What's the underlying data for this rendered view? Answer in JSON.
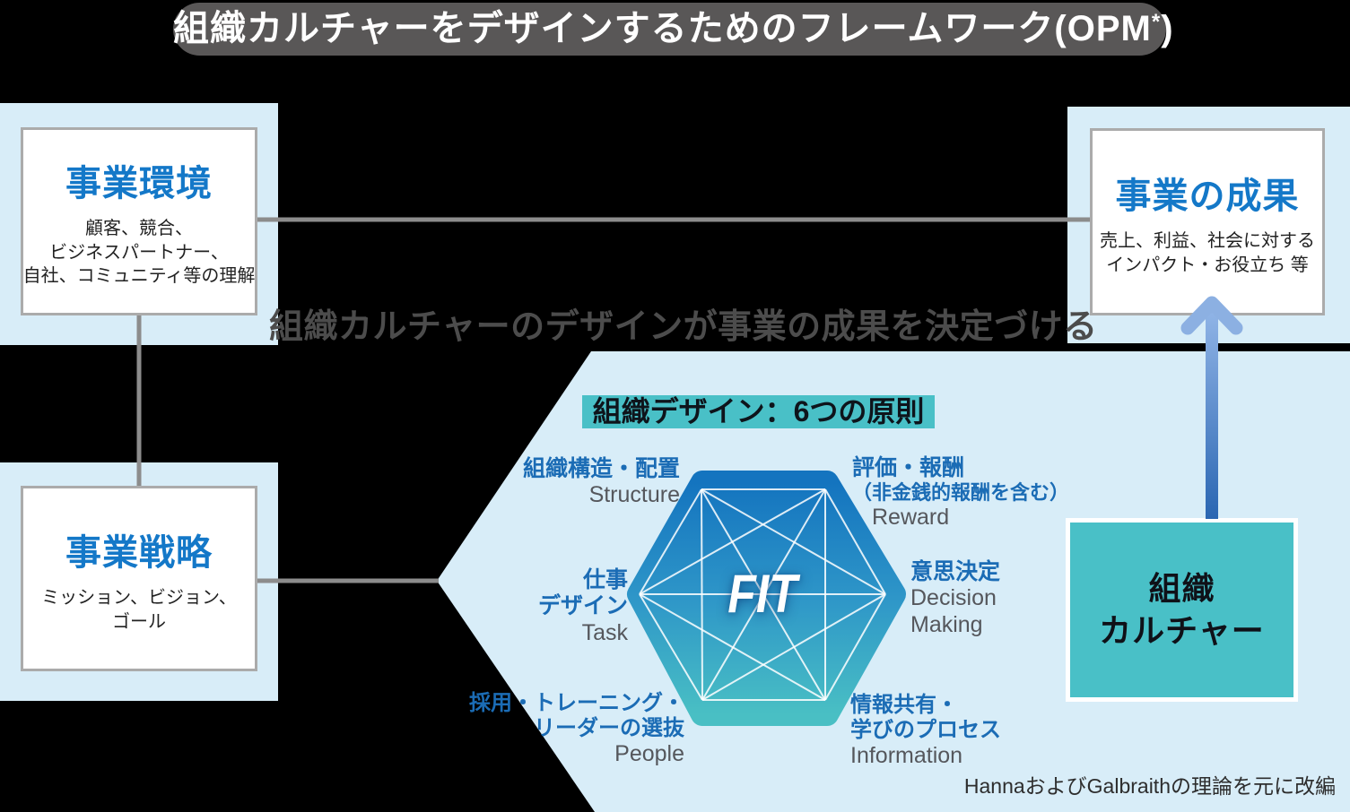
{
  "banner": {
    "text": "組織カルチャーをデザインするためのフレームワーク(OPM",
    "asterisk": "*",
    "close_paren": ")"
  },
  "caption": "組織カルチャーのデザインが事業の成果を決定づける",
  "boxes": {
    "environment": {
      "title": "事業環境",
      "lines": [
        "顧客、競合、",
        "ビジネスパートナー、",
        "自社、コミュニティ等の理解"
      ]
    },
    "strategy": {
      "title": "事業戦略",
      "lines": [
        "ミッション、ビジョン、",
        "ゴール"
      ]
    },
    "outcome": {
      "title": "事業の成果",
      "lines": [
        "売上、利益、社会に対する",
        "インパクト・お役立ち 等"
      ]
    },
    "culture": {
      "lines": [
        "組織",
        "カルチャー"
      ]
    }
  },
  "principles": {
    "header": "組織デザイン：6つの原則",
    "fit_label": "FIT",
    "nodes": {
      "structure": {
        "jp": [
          "組織構造・配置"
        ],
        "en": [
          "Structure"
        ]
      },
      "reward": {
        "jp": [
          "評価・報酬",
          "（非金銭的報酬を含む）"
        ],
        "en": [
          "Reward"
        ]
      },
      "task": {
        "jp": [
          "仕事",
          "デザイン"
        ],
        "en": [
          "Task"
        ]
      },
      "decision": {
        "jp": [
          "意思決定"
        ],
        "en": [
          "Decision",
          "Making"
        ]
      },
      "people": {
        "jp": [
          "採用・トレーニング・",
          "リーダーの選抜"
        ],
        "en": [
          "People"
        ]
      },
      "information": {
        "jp": [
          "情報共有・",
          "学びのプロセス"
        ],
        "en": [
          "Information"
        ]
      }
    }
  },
  "attribution": "HannaおよびGalbraithの理論を元に改編",
  "colors": {
    "background": "#000000",
    "banner_gray": "#595757",
    "panel_light_blue": "#d8edf8",
    "box_title_blue": "#1478c8",
    "node_label_blue": "#1b6cb5",
    "english_label_gray": "#55575c",
    "caption_gray": "#4c4c4c",
    "teal_accent": "#49c0c7",
    "hexagon_gradient_top": "#1474bf",
    "hexagon_gradient_bottom": "#49bfc4",
    "arrow_gradient_top": "#90b4e6",
    "arrow_gradient_bottom": "#2a66b2",
    "connector_gray": "#8c8c8c",
    "white_box_border": "#ababab"
  }
}
